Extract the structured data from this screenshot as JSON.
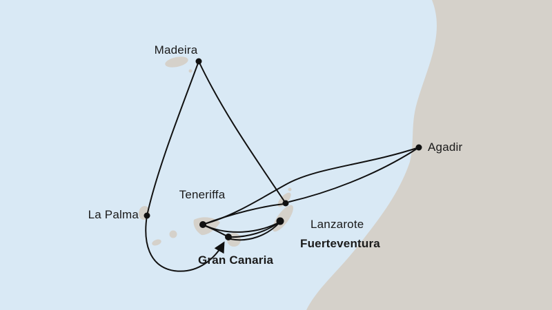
{
  "map": {
    "ports": {
      "madeira": {
        "label": "Madeira"
      },
      "agadir": {
        "label": "Agadir"
      },
      "la_palma": {
        "label": "La Palma"
      },
      "teneriffa": {
        "label": "Teneriffa"
      },
      "lanzarote": {
        "label": "Lanzarote"
      },
      "fuerteventura": {
        "label": "Fuerteventura"
      },
      "gran_canaria": {
        "label": "Gran Canaria"
      }
    },
    "colors": {
      "sea": "#d9e9f5",
      "land": "#d5d1ca",
      "route": "#111111",
      "label": "#1a1a1a"
    }
  }
}
